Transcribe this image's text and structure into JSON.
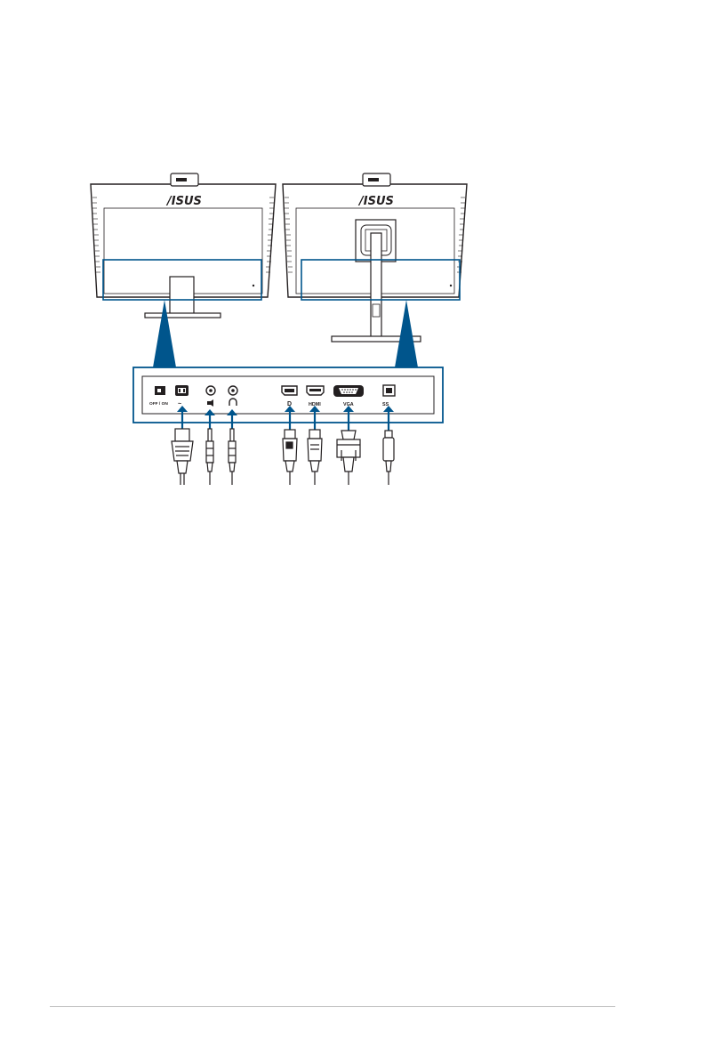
{
  "brand": "/ISUS",
  "ports": {
    "power_switch": "OFF / ON",
    "ac_in": "~",
    "displayport": "D",
    "hdmi": "HDMI",
    "vga": "VGA",
    "usb": "SS"
  },
  "icons": [
    "power-switch-icon",
    "ac-inlet-icon",
    "audio-in-icon",
    "headphone-icon",
    "displayport-icon",
    "hdmi-icon",
    "vga-icon",
    "usb-upstream-icon"
  ],
  "colors": {
    "highlight": "#00558c",
    "line": "#231f20",
    "monitor_fill": "#ffffff"
  }
}
